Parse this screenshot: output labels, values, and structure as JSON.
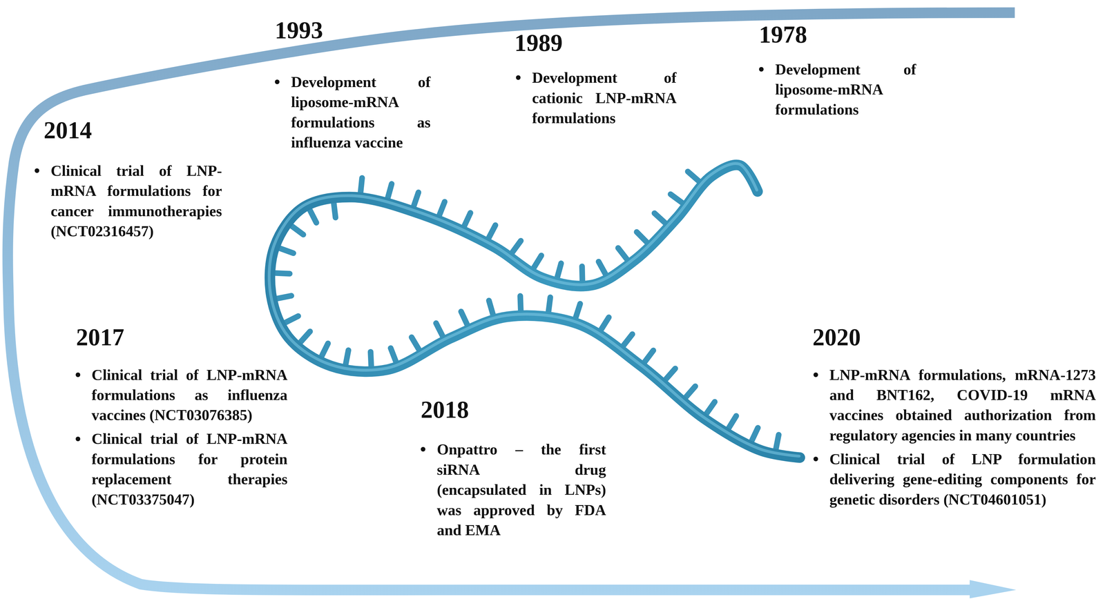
{
  "diagram": {
    "labels": [
      "1978",
      "Development of liposome-mRNA formulations",
      "1989",
      "Development of cationic LNP-mRNA formulations",
      "1993",
      "Development of liposome-mRNA formulations as influenza vaccine",
      "2014",
      "Clinical trial of LNP-mRNA formulations for cancer immunotherapies (NCT02316457)",
      "2017",
      "Clinical trial of LNP-mRNA formulations as influenza vaccines (NCT03076385)",
      "Clinical trial of LNP-mRNA formulations for protein replacement therapies (NCT03375047)",
      "2018",
      "Onpattro – the first siRNA drug (encapsulated in LNPs) was approved by FDA and EMA",
      "2020",
      "LNP-mRNA formulations, mRNA-1273 and BNT162, COVID-19 mRNA vaccines obtained authorization from regulatory agencies in many countries",
      "Clinical trial of LNP formulation delivering gene-editing components for genetic disorders (NCT04601051)"
    ]
  }
}
